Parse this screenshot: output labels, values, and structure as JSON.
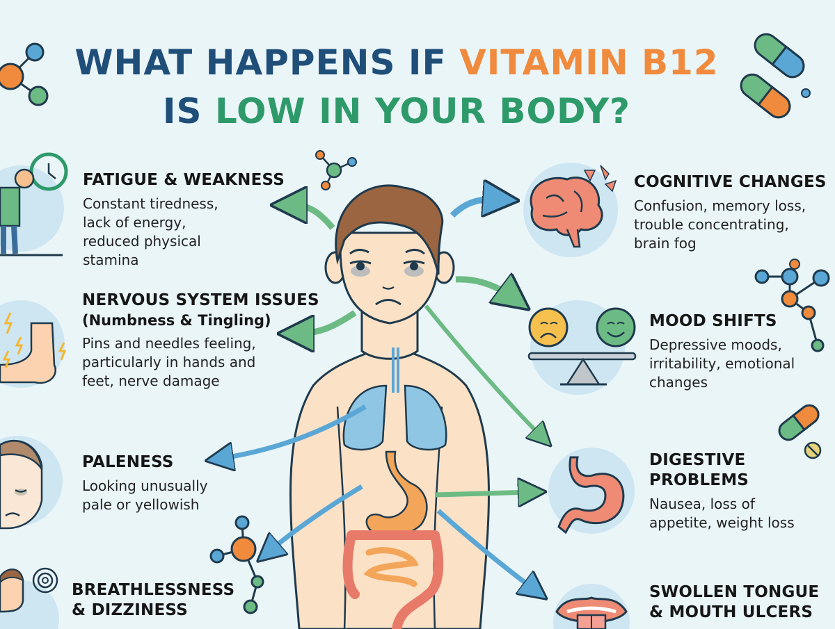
{
  "title": {
    "line1_part1": "WHAT HAPPENS IF ",
    "line1_part2": "VITAMIN B12",
    "line2_part1": "IS ",
    "line2_part2": "LOW IN YOUR BODY?",
    "colors": {
      "navy": "#1f4e79",
      "orange": "#f08a3c",
      "green": "#2e9a6a"
    }
  },
  "symptoms_left": [
    {
      "heading": "FATIGUE & WEAKNESS",
      "subheading": "",
      "description": "Constant tiredness, lack of energy, reduced physical stamina",
      "icon": "tired-person-clock-icon"
    },
    {
      "heading": "NERVOUS SYSTEM ISSUES",
      "subheading": "(Numbness & Tingling)",
      "description": "Pins and needles feeling, particularly in hands and feet, nerve damage",
      "icon": "tingling-feet-icon"
    },
    {
      "heading": "PALENESS",
      "subheading": "",
      "description": "Looking unusually pale or yellowish",
      "icon": "pale-face-icon"
    },
    {
      "heading": "BREATHLESSNESS",
      "subheading": "& DIZZINESS",
      "description": "",
      "icon": "dizzy-person-icon"
    }
  ],
  "symptoms_right": [
    {
      "heading": "COGNITIVE CHANGES",
      "subheading": "",
      "description": "Confusion, memory loss, trouble concentrating, brain fog",
      "icon": "brain-icon"
    },
    {
      "heading": "MOOD SHIFTS",
      "subheading": "",
      "description": "Depressive moods, irritability, emotional changes",
      "icon": "mood-scale-icon"
    },
    {
      "heading": "DIGESTIVE",
      "subheading": "PROBLEMS",
      "description": "Nausea, loss of appetite, weight loss",
      "icon": "stomach-icon"
    },
    {
      "heading": "SWOLLEN TONGUE",
      "subheading": "& MOUTH ULCERS",
      "description": "",
      "icon": "mouth-tongue-icon"
    }
  ],
  "figure": {
    "label": "tired-person-body-figure",
    "organs": [
      "lungs",
      "stomach",
      "intestines"
    ]
  },
  "palette": {
    "background": "#eaf5f8",
    "circle_bg": "#cde6f2",
    "arrow_green": "#6dbb84",
    "arrow_blue": "#5aa7d6",
    "skin": "#fbe1c6",
    "outline": "#1f3a4d"
  }
}
